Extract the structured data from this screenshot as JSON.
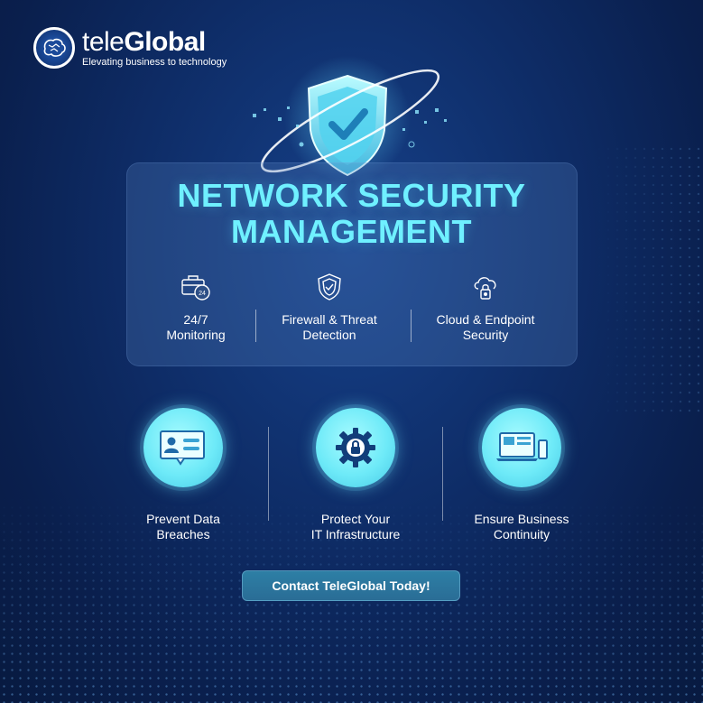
{
  "brand": {
    "name_prefix": "tele",
    "name_suffix": "Global",
    "tagline": "Elevating business to technology"
  },
  "headline": {
    "line1": "NETWORK SECURITY",
    "line2": "MANAGEMENT"
  },
  "features": [
    {
      "line1": "24/7",
      "line2": "Monitoring",
      "icon": "briefcase-24h-icon"
    },
    {
      "line1": "Firewall & Threat",
      "line2": "Detection",
      "icon": "shield-check-icon"
    },
    {
      "line1": "Cloud & Endpoint",
      "line2": "Security",
      "icon": "cloud-lock-icon"
    }
  ],
  "benefits": [
    {
      "line1": "Prevent Data",
      "line2": "Breaches",
      "icon": "id-card-icon"
    },
    {
      "line1": "Protect Your",
      "line2": "IT Infrastructure",
      "icon": "gear-lock-icon"
    },
    {
      "line1": "Ensure Business",
      "line2": "Continuity",
      "icon": "laptop-phone-icon"
    }
  ],
  "cta": {
    "label": "Contact TeleGlobal Today!"
  },
  "colors": {
    "background": "#0e2c66",
    "accent_cyan": "#6ff0ff",
    "circle_fill": "#6eeaf8",
    "button": "#2a6d96"
  }
}
